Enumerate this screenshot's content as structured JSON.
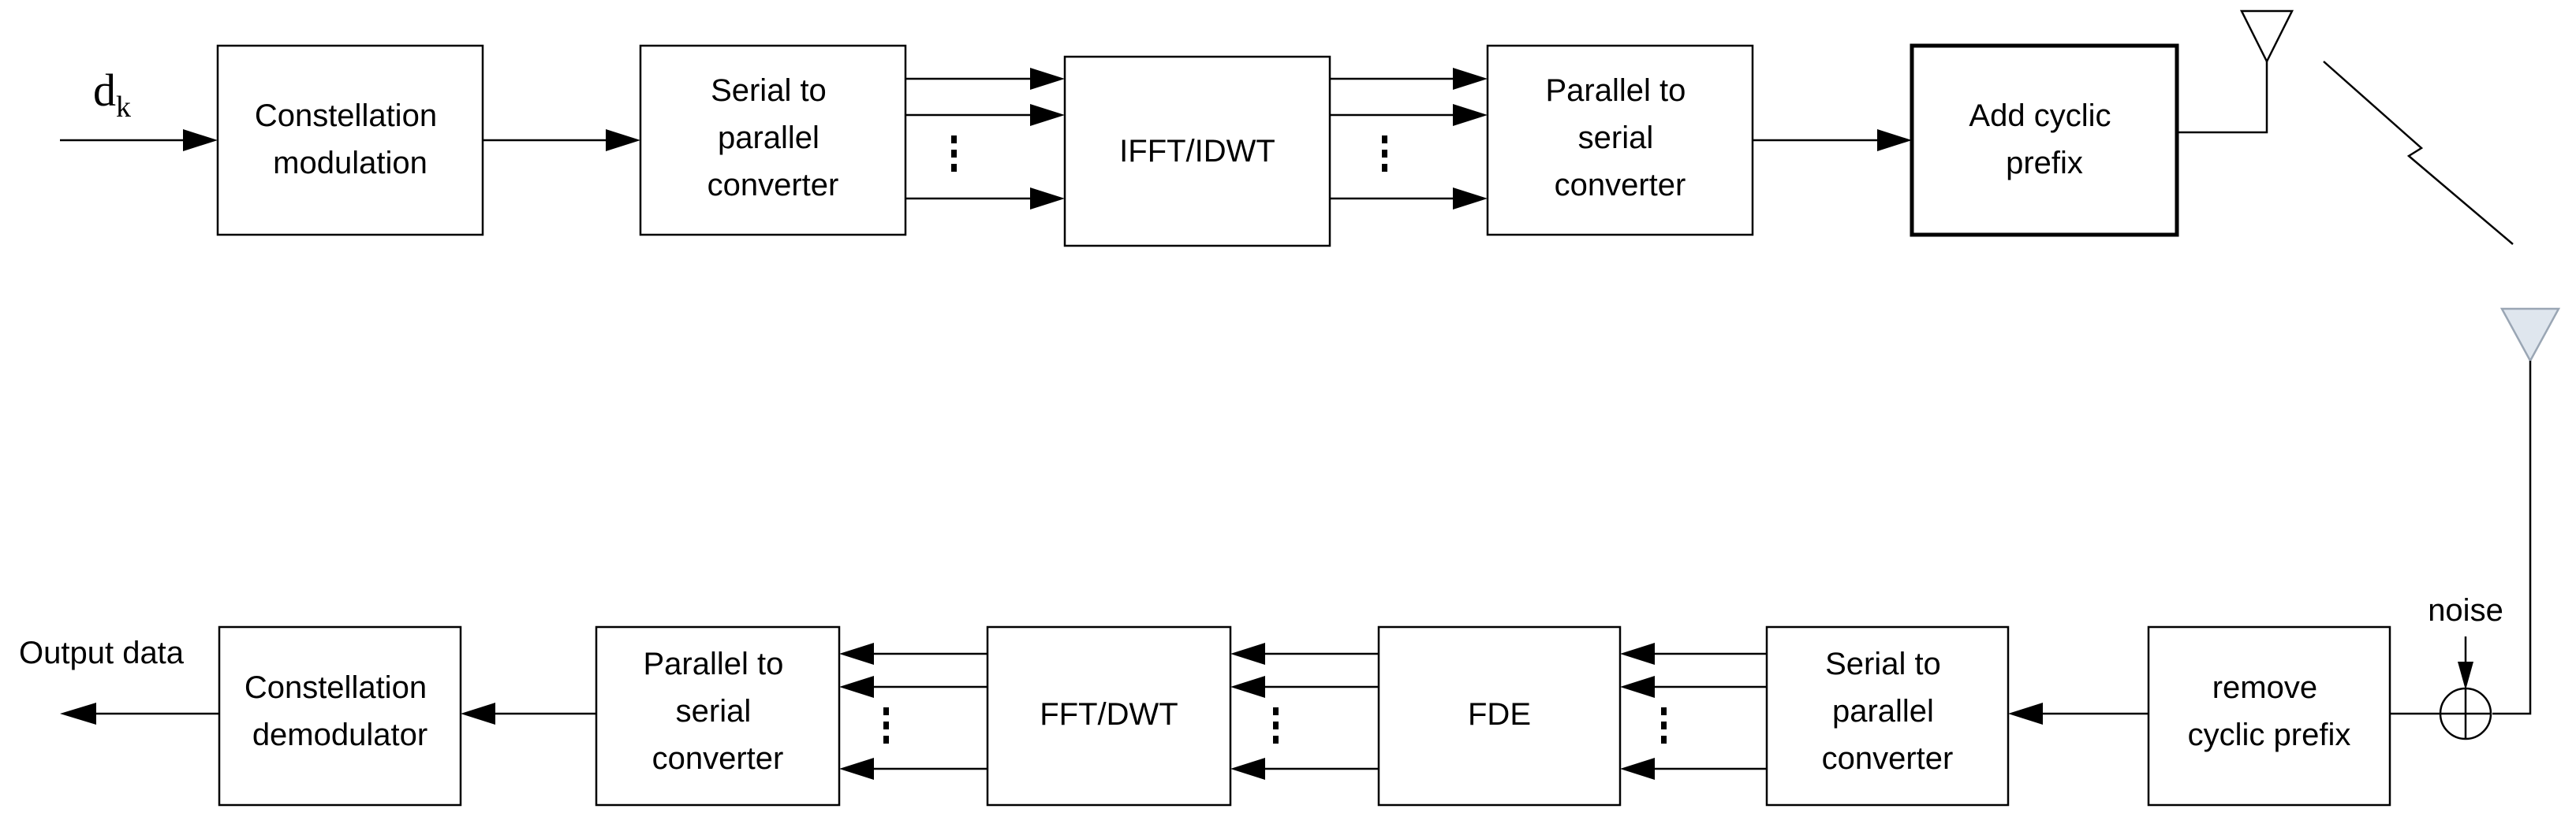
{
  "transmitter": {
    "input_label": "d",
    "input_label_sub": "k",
    "constellation_modulation": [
      "Constellation",
      "modulation"
    ],
    "serial_to_parallel": [
      "Serial to",
      "parallel",
      "converter"
    ],
    "ifft_idwt": "IFFT/IDWT",
    "parallel_to_serial": [
      "Parallel to",
      "serial",
      "converter"
    ],
    "add_cyclic_prefix": [
      "Add cyclic",
      "prefix"
    ]
  },
  "receiver": {
    "noise_label": "noise",
    "remove_cyclic_prefix": [
      "remove",
      "cyclic prefix"
    ],
    "serial_to_parallel": [
      "Serial to",
      "parallel",
      "converter"
    ],
    "fde": "FDE",
    "fft_dwt": "FFT/DWT",
    "parallel_to_serial": [
      "Parallel to",
      "serial",
      "converter"
    ],
    "constellation_demodulator": [
      "Constellation",
      "demodulator"
    ],
    "output_label": "Output data"
  },
  "colors": {
    "line": "#000000",
    "block_fill": "#ffffff",
    "rx_antenna_fill": "#dfe6ee"
  }
}
